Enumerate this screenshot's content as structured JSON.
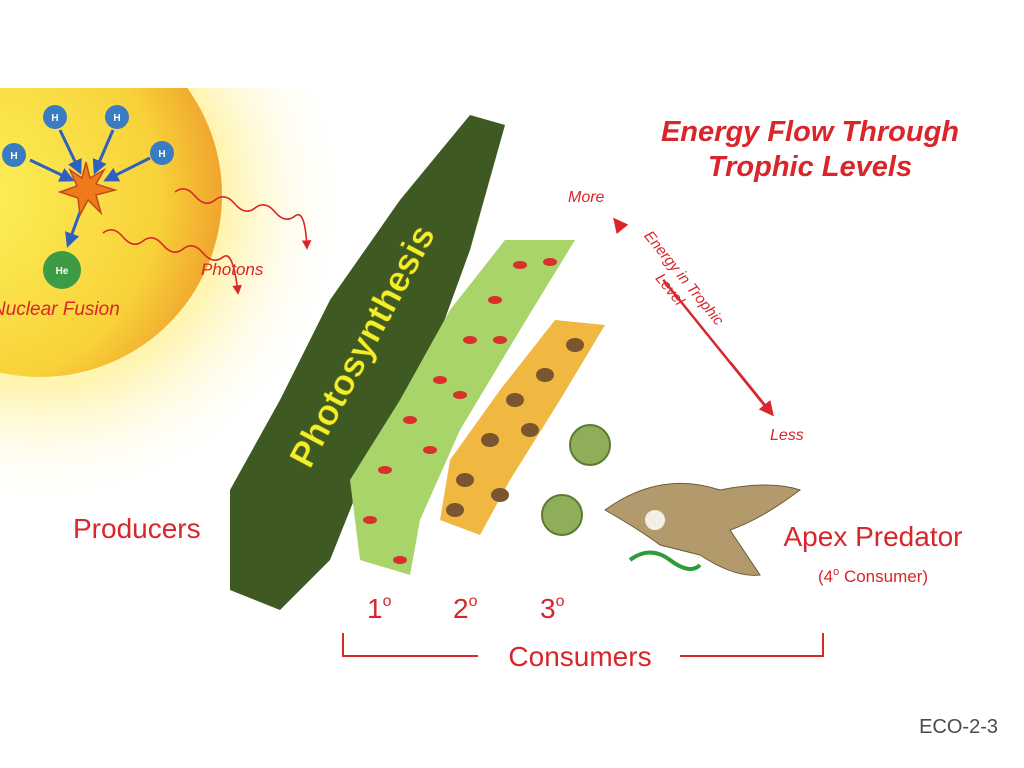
{
  "title_line1": "Energy Flow Through",
  "title_line2": "Trophic Levels",
  "sun": {
    "hydrogen": [
      "H",
      "H",
      "H",
      "H"
    ],
    "helium": "He",
    "fusion_label": "Nuclear Fusion",
    "photons_label": "Photons"
  },
  "photosynthesis_label": "Photosynthesis",
  "energy_axis": {
    "more": "More",
    "less": "Less",
    "label_line1": "Energy in Trophic",
    "label_line2": "Level"
  },
  "producers_label": "Producers",
  "levels": [
    {
      "num": "1",
      "sup": "o"
    },
    {
      "num": "2",
      "sup": "o"
    },
    {
      "num": "3",
      "sup": "o"
    }
  ],
  "consumers_label": "Consumers",
  "apex": {
    "label": "Apex Predator",
    "sub_prefix": "(4",
    "sub_sup": "o",
    "sub_suffix": " Consumer)"
  },
  "slide_code": "ECO-2-3",
  "colors": {
    "accent_red": "#d8262b",
    "grass": "#3e5a22",
    "leaf": "#a9d46a",
    "straw": "#f0b840",
    "sun": "#f7c531"
  }
}
